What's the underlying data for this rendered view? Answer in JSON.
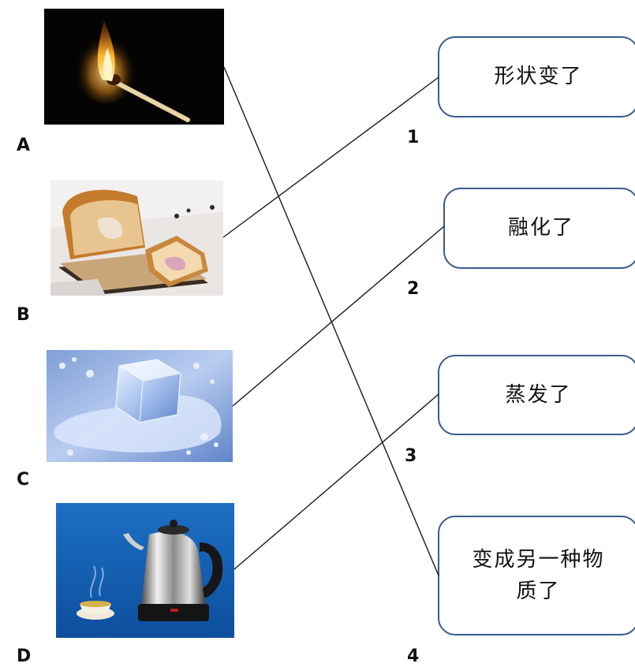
{
  "items": [
    {
      "letter": "A",
      "icon": "burning-match-photo"
    },
    {
      "letter": "B",
      "icon": "sliced-bread-photo"
    },
    {
      "letter": "C",
      "icon": "melting-ice-cube-photo"
    },
    {
      "letter": "D",
      "icon": "boiling-kettle-photo"
    }
  ],
  "options": [
    {
      "number": "1",
      "text": "形状变了"
    },
    {
      "number": "2",
      "text": "融化了"
    },
    {
      "number": "3",
      "text": "蒸发了"
    },
    {
      "number": "4",
      "text": "变成另一种物质了"
    }
  ],
  "matches": [
    {
      "from": "A",
      "to": "4"
    },
    {
      "from": "B",
      "to": "1"
    },
    {
      "from": "C",
      "to": "2"
    },
    {
      "from": "D",
      "to": "3"
    }
  ],
  "colors": {
    "box_border": "#3a5a91",
    "line": "#1a1a1a"
  }
}
